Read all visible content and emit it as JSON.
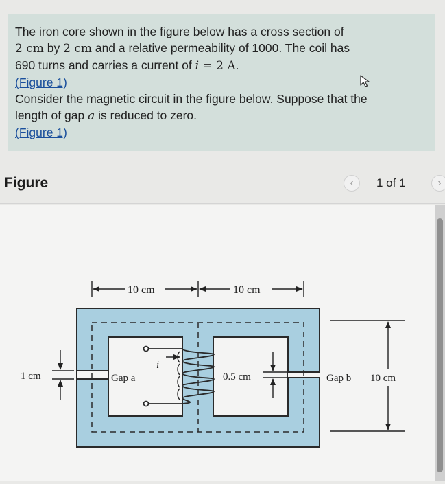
{
  "problem": {
    "line1": "The iron core shown in the figure below has a cross section of",
    "line2_a": "2 cm",
    "line2_b": " by ",
    "line2_c": "2 cm",
    "line2_d": " and a relative permeability of 1000. The coil has",
    "line3_a": "690 turns and carries a current of ",
    "line3_math_i": "i",
    "line3_math_rest": " = 2 A",
    "line3_end": ".",
    "figure_link_1": "(Figure 1)",
    "line4": "Consider the magnetic circuit in the figure below. Suppose that the",
    "line5_a": "length of gap ",
    "line5_math": "a",
    "line5_b": " is reduced to zero.",
    "figure_link_2": "(Figure 1)"
  },
  "figure_section": {
    "title": "Figure",
    "page_count": "1 of 1",
    "prev_icon": "‹",
    "next_icon": "›"
  },
  "diagram": {
    "dim_left": "10 cm",
    "dim_right": "10 cm",
    "label_1cm": "1 cm",
    "label_gap_a": "Gap a",
    "label_current": "i",
    "label_05cm": "0.5 cm",
    "label_gap_b": "Gap b",
    "label_10cm": "10 cm"
  },
  "colors": {
    "problem_bg": "#d3dfdb",
    "link": "#1a4f9c",
    "core_fill": "#a9cfe0",
    "page_bg": "#e9e9e7"
  }
}
